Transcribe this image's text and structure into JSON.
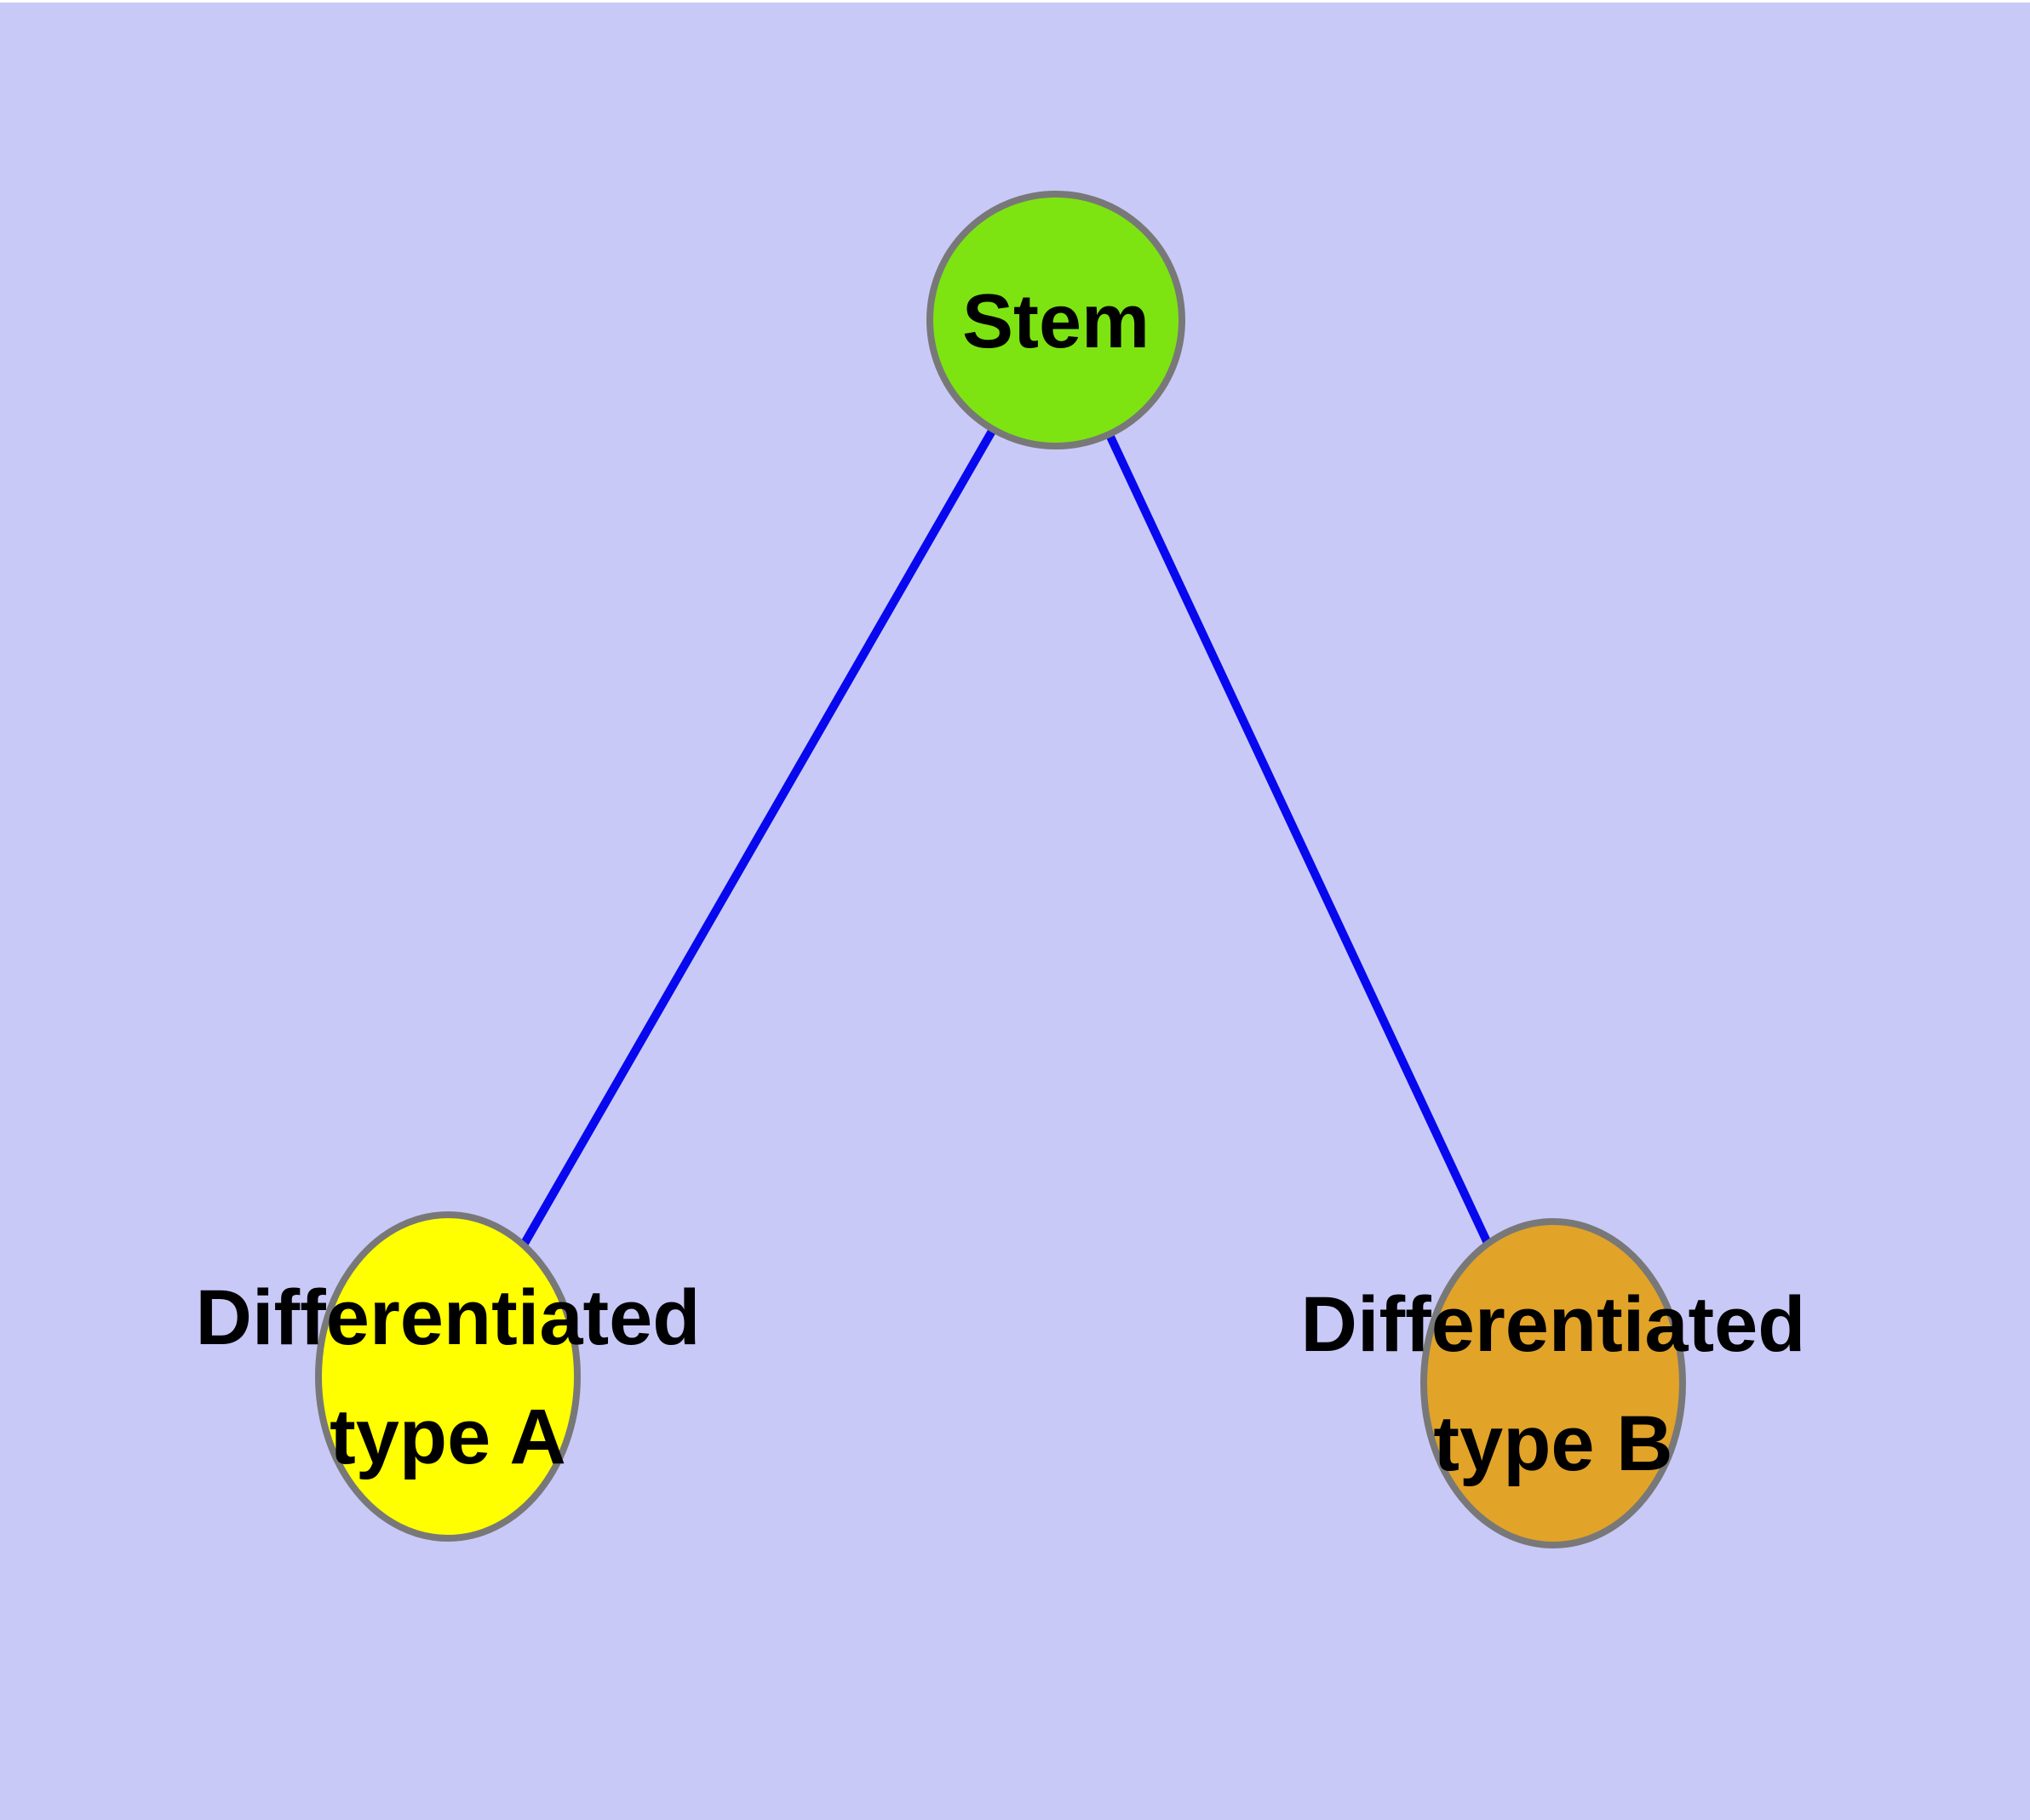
{
  "diagram": {
    "type": "graph",
    "background_color": "#c9c9f8",
    "edge_color": "#0808ee",
    "node_border_color": "#787878",
    "nodes": [
      {
        "id": "stem",
        "label": "Stem",
        "line1": "Stem",
        "line2": "",
        "fill": "#7de412",
        "shape": "circle"
      },
      {
        "id": "diff-a",
        "label": "Differentiated type A",
        "line1": "Differentiated",
        "line2": "type A",
        "fill": "#ffff00",
        "shape": "ellipse"
      },
      {
        "id": "diff-b",
        "label": "Differentiated type B",
        "line1": "Differentiated",
        "line2": "type B",
        "fill": "#e2a329",
        "shape": "ellipse"
      }
    ],
    "edges": [
      {
        "from": "Stem",
        "to": "Differentiated type A"
      },
      {
        "from": "Stem",
        "to": "Differentiated type B"
      }
    ]
  }
}
